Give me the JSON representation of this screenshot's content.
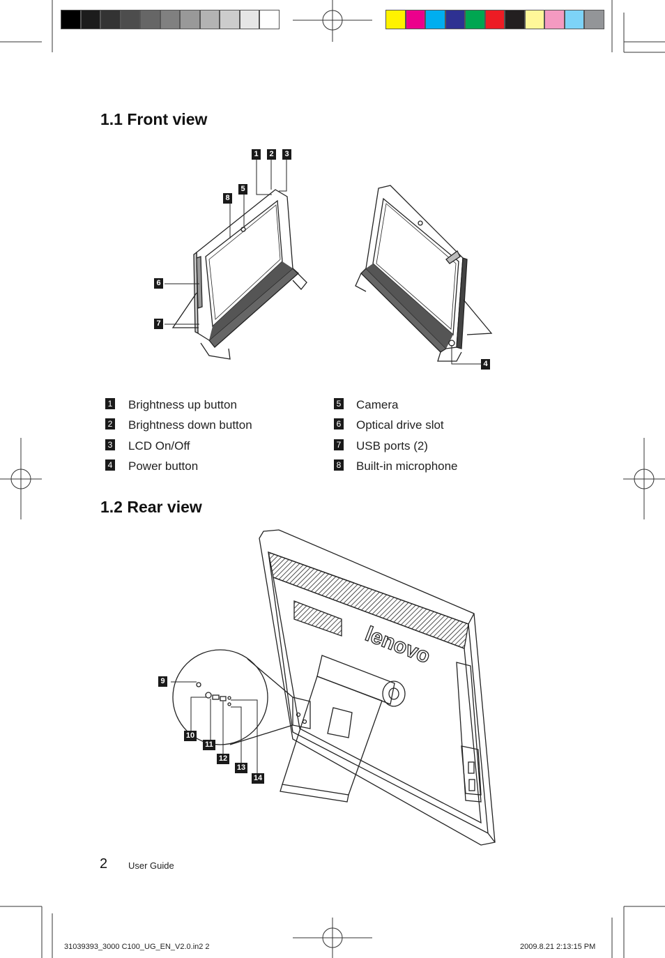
{
  "swatches": {
    "gray": [
      "#000000",
      "#1c1c1c",
      "#333333",
      "#4d4d4d",
      "#666666",
      "#808080",
      "#999999",
      "#b3b3b3",
      "#cccccc",
      "#e6e6e6",
      "#ffffff"
    ],
    "color": [
      "#fff200",
      "#ec008c",
      "#00aeef",
      "#2e3192",
      "#00a651",
      "#ed1c24",
      "#231f20",
      "#fff799",
      "#f49ac1",
      "#7dd3f7",
      "#939598"
    ]
  },
  "sections": {
    "front": {
      "title": "1.1 Front view"
    },
    "rear": {
      "title": "1.2 Rear view"
    }
  },
  "callouts_front": [
    "1",
    "2",
    "3",
    "5",
    "8",
    "6",
    "7",
    "4"
  ],
  "callouts_rear": [
    "9",
    "10",
    "11",
    "12",
    "13",
    "14"
  ],
  "legend": [
    {
      "num": "1",
      "label": "Brightness up button"
    },
    {
      "num": "2",
      "label": "Brightness down button"
    },
    {
      "num": "3",
      "label": "LCD On/Off"
    },
    {
      "num": "4",
      "label": "Power button"
    },
    {
      "num": "5",
      "label": "Camera"
    },
    {
      "num": "6",
      "label": "Optical drive slot"
    },
    {
      "num": "7",
      "label": "USB ports (2)"
    },
    {
      "num": "8",
      "label": "Built-in microphone"
    }
  ],
  "rear_logo": "lenovo",
  "page": {
    "number": "2",
    "label": "User Guide"
  },
  "slug": {
    "left": "31039393_3000 C100_UG_EN_V2.0.in2   2",
    "right": "2009.8.21    2:13:15 PM"
  }
}
